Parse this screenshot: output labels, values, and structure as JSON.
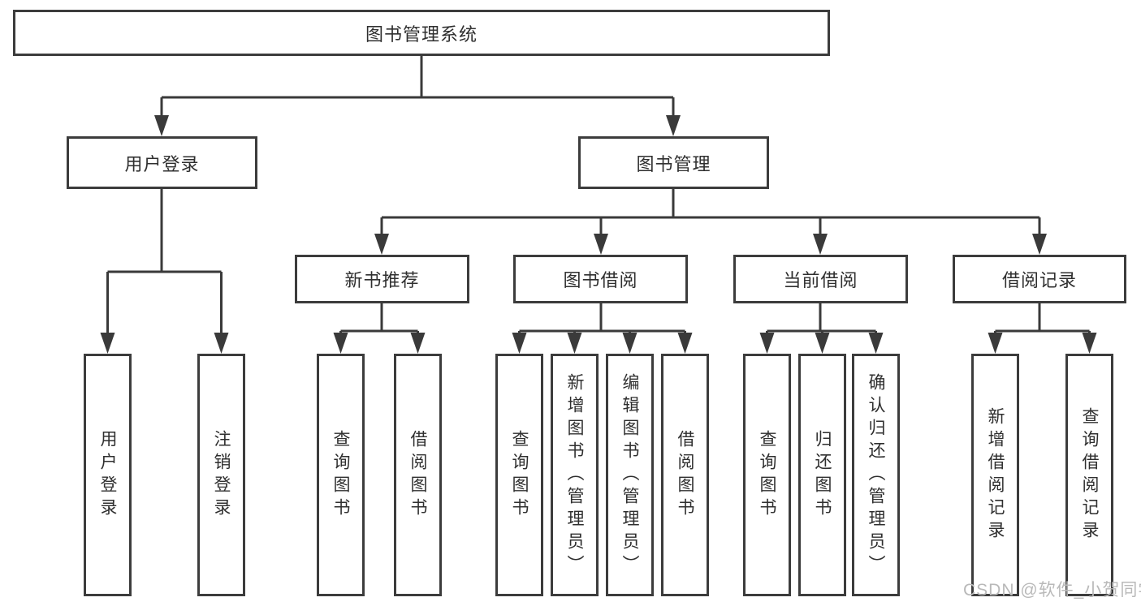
{
  "diagram": {
    "title": "图书管理系统",
    "root": {
      "label": "图书管理系统"
    },
    "branches": [
      {
        "label": "用户登录",
        "children": [
          {
            "label": "用户登录"
          },
          {
            "label": "注销登录"
          }
        ]
      },
      {
        "label": "图书管理",
        "children": [
          {
            "label": "新书推荐",
            "children": [
              {
                "label": "查询图书"
              },
              {
                "label": "借阅图书"
              }
            ]
          },
          {
            "label": "图书借阅",
            "children": [
              {
                "label": "查询图书"
              },
              {
                "label": "新增图书（管理员）"
              },
              {
                "label": "编辑图书（管理员）"
              },
              {
                "label": "借阅图书"
              }
            ]
          },
          {
            "label": "当前借阅",
            "children": [
              {
                "label": "查询图书"
              },
              {
                "label": "归还图书"
              },
              {
                "label": "确认归还（管理员）"
              }
            ]
          },
          {
            "label": "借阅记录",
            "children": [
              {
                "label": "新增借阅记录"
              },
              {
                "label": "查询借阅记录"
              }
            ]
          }
        ]
      }
    ]
  },
  "watermark": {
    "text": "CSDN @软件_小贺同学"
  },
  "colors": {
    "line": "#3a3a3a",
    "border": "#3c3c3c",
    "text": "#2f2f2f",
    "watermark": "#b9b9b9",
    "background": "#ffffff"
  }
}
